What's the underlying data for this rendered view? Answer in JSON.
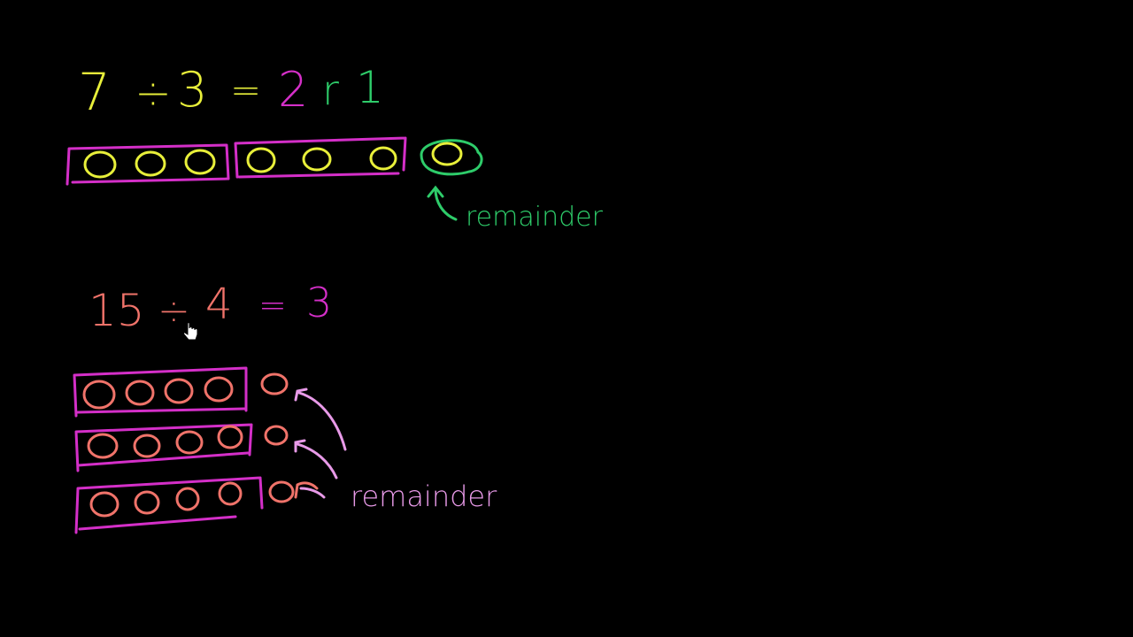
{
  "colors": {
    "background": "#000000",
    "yellow": "#e8ef3a",
    "magenta": "#d42fc8",
    "green": "#2ecc6a",
    "salmon": "#f0736a",
    "pink": "#e89ae8"
  },
  "problem1": {
    "dividend": "7",
    "operator": "÷",
    "divisor": "3",
    "equals": "=",
    "quotient": "2",
    "r": "r",
    "remainder": "1",
    "remainder_label": "remainder"
  },
  "problem2": {
    "dividend": "15",
    "operator": "÷",
    "divisor": "4",
    "equals": "=",
    "quotient": "3",
    "remainder_label": "remainder"
  },
  "cursor_icon": "hand-pointer-icon"
}
